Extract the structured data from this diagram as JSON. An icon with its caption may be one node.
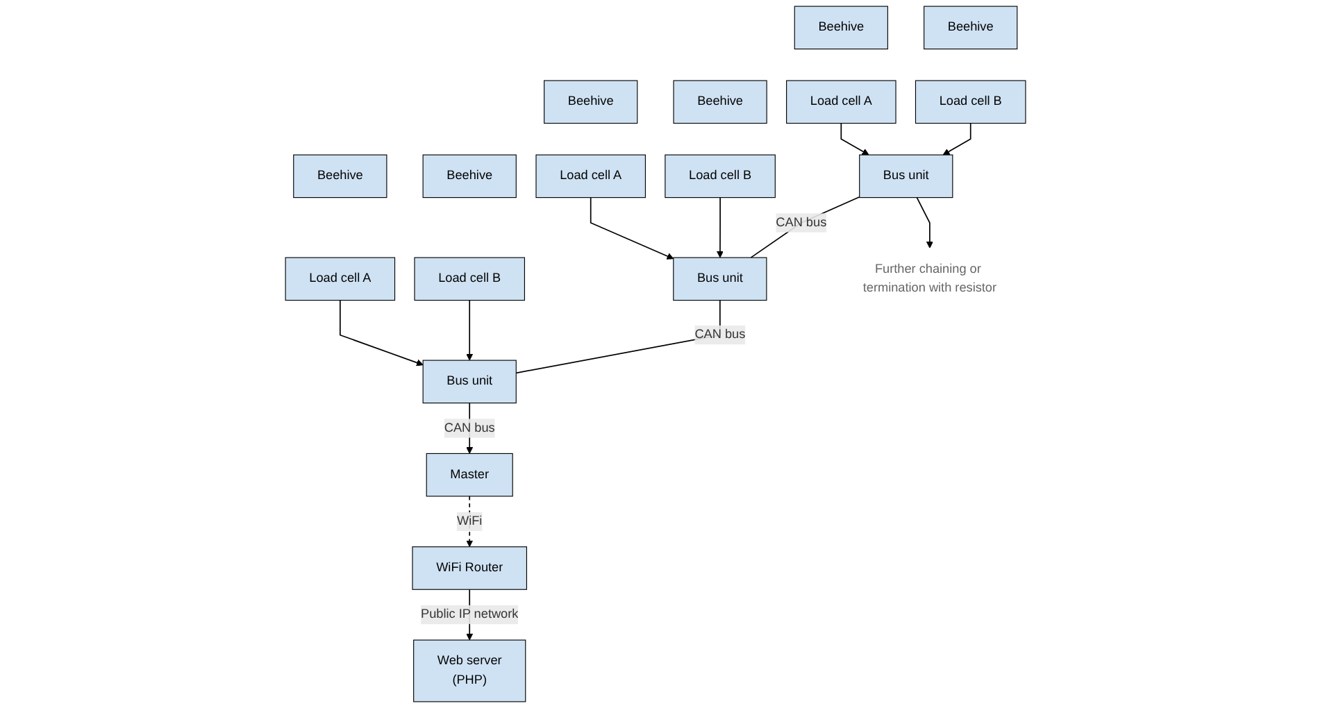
{
  "diagram": {
    "nodes": [
      {
        "text": [
          "Beehive"
        ]
      },
      {
        "text": [
          "Load cell A"
        ]
      },
      {
        "text": [
          "Beehive"
        ]
      },
      {
        "text": [
          "Load cell B"
        ]
      },
      {
        "text": [
          "Bus unit"
        ]
      },
      {
        "text": [
          "Beehive"
        ]
      },
      {
        "text": [
          "Load cell A"
        ]
      },
      {
        "text": [
          "Beehive"
        ]
      },
      {
        "text": [
          "Load cell B"
        ]
      },
      {
        "text": [
          "Bus unit"
        ]
      },
      {
        "text": [
          "Beehive"
        ]
      },
      {
        "text": [
          "Load cell A"
        ]
      },
      {
        "text": [
          "Beehive"
        ]
      },
      {
        "text": [
          "Load cell B"
        ]
      },
      {
        "text": [
          "Bus unit"
        ]
      },
      {
        "text": [
          "Master"
        ]
      },
      {
        "text": [
          "WiFi Router"
        ]
      },
      {
        "text": [
          "Web server",
          "(PHP)"
        ]
      },
      {
        "text": [
          "Further chaining or termination with resistor"
        ]
      }
    ],
    "edges": [
      {
        "from": 1,
        "to": 4,
        "arrow": "to"
      },
      {
        "from": 3,
        "to": 4,
        "arrow": "to"
      },
      {
        "from": 6,
        "to": 9,
        "arrow": "to"
      },
      {
        "from": 8,
        "to": 9,
        "arrow": "to"
      },
      {
        "from": 11,
        "to": 14,
        "arrow": "to"
      },
      {
        "from": 13,
        "to": 14,
        "arrow": "to"
      },
      {
        "from": 4,
        "to": 18,
        "arrow": "to"
      },
      {
        "from": 4,
        "to": 9,
        "arrow": "none",
        "label": "CAN bus"
      },
      {
        "from": 9,
        "to": 14,
        "arrow": "none",
        "label": "CAN bus"
      },
      {
        "from": 14,
        "to": 15,
        "arrow": "to",
        "label": "CAN bus"
      },
      {
        "from": 15,
        "to": 16,
        "arrow": "to",
        "label": "WiFi",
        "style": "dashed"
      },
      {
        "from": 16,
        "to": 17,
        "arrow": "to",
        "label": "Public IP network"
      }
    ]
  }
}
